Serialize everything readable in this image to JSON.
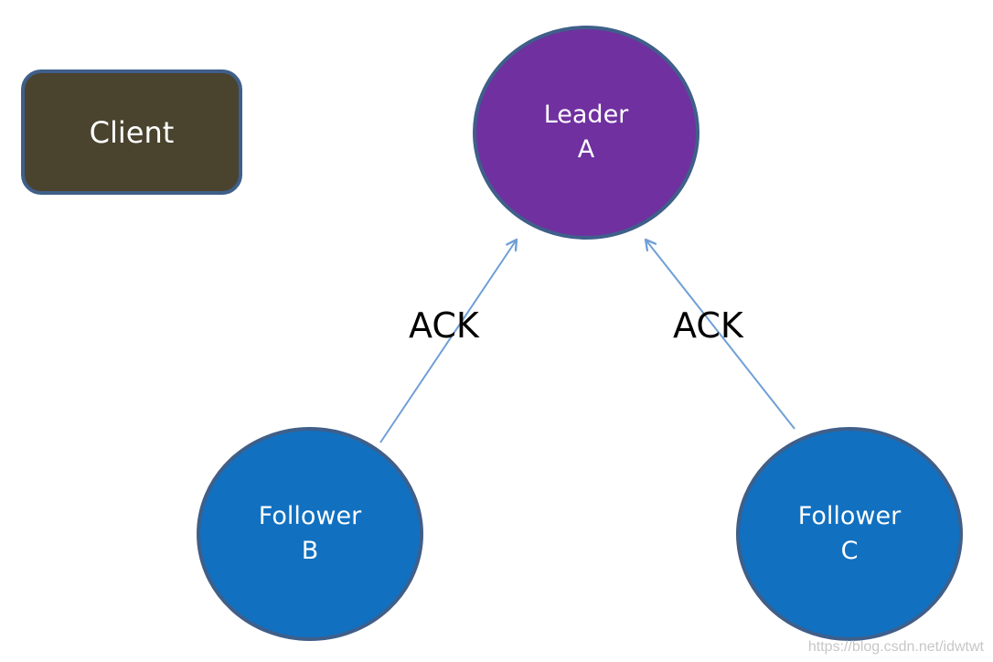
{
  "diagram": {
    "client": {
      "label": "Client",
      "fill": "#4a432e",
      "border": "#3f5f8a"
    },
    "leader": {
      "line1": "Leader",
      "line2": "A",
      "fill": "#7030a0",
      "border": "#3f5f8a"
    },
    "followers": [
      {
        "line1": "Follower",
        "line2": "B",
        "fill": "#1170c0",
        "border": "#3f5f8a"
      },
      {
        "line1": "Follower",
        "line2": "C",
        "fill": "#1170c0",
        "border": "#3f5f8a"
      }
    ],
    "edges": [
      {
        "from": "Follower B",
        "to": "Leader A",
        "label": "ACK",
        "color": "#6f9fd6"
      },
      {
        "from": "Follower C",
        "to": "Leader A",
        "label": "ACK",
        "color": "#6f9fd6"
      }
    ],
    "watermark": "https://blog.csdn.net/idwtwt"
  }
}
